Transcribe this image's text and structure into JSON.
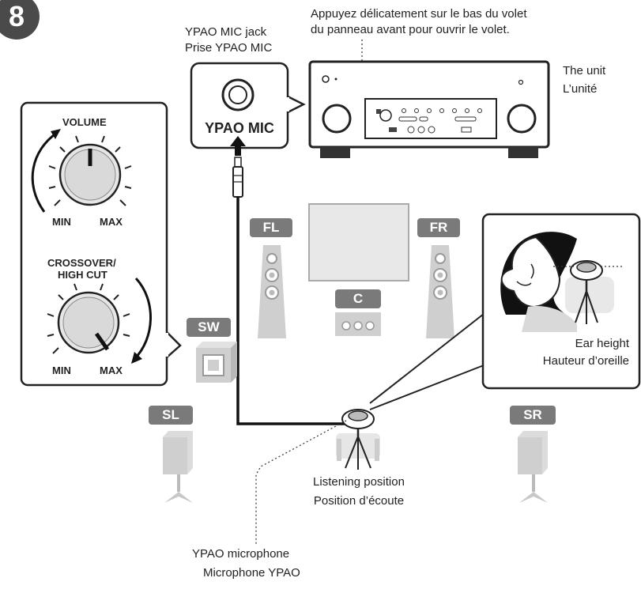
{
  "step": {
    "number": "8"
  },
  "instruction": {
    "line1": "Appuyez délicatement sur le bas du volet",
    "line2": "du panneau avant pour ouvrir le volet."
  },
  "jack": {
    "label_en": "YPAO MIC jack",
    "label_fr": "Prise YPAO MIC",
    "panel_text": "YPAO MIC"
  },
  "unit": {
    "label_en": "The unit",
    "label_fr": "L’unité"
  },
  "knobs": {
    "volume_title": "VOLUME",
    "volume_min": "MIN",
    "volume_max": "MAX",
    "crossover_title_line1": "CROSSOVER/",
    "crossover_title_line2": "HIGH CUT",
    "crossover_min": "MIN",
    "crossover_max": "MAX"
  },
  "speakers": {
    "fl": "FL",
    "fr": "FR",
    "c": "C",
    "sw": "SW",
    "sl": "SL",
    "sr": "SR"
  },
  "ear": {
    "label_en": "Ear height",
    "label_fr": "Hauteur d’oreille"
  },
  "listening": {
    "label_en": "Listening position",
    "label_fr": "Position d’écoute"
  },
  "mic": {
    "label_en": "YPAO microphone",
    "label_fr": "Microphone YPAO"
  }
}
